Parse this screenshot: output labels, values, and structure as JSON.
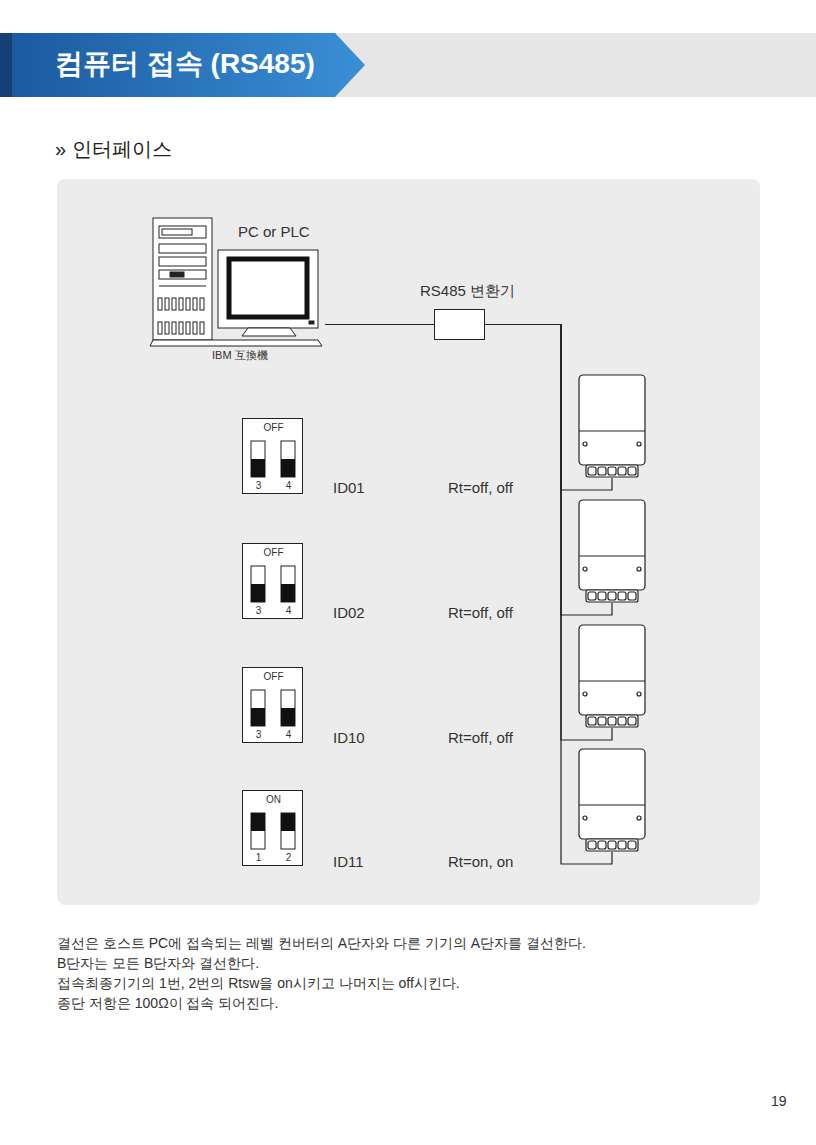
{
  "diagram": {
    "title": "컴퓨터 접속 (RS485)",
    "nodes": [
      {
        "text": [
          "PC or PLC",
          "IBM 互換機"
        ]
      },
      {
        "text": [
          "RS485 변환기"
        ]
      },
      {
        "text": [
          "ID01",
          "Rt=off, off"
        ]
      },
      {
        "text": [
          "OFF",
          "3",
          "4"
        ]
      },
      {
        "text": [
          "ID02",
          "Rt=off, off"
        ]
      },
      {
        "text": [
          "OFF",
          "3",
          "4"
        ]
      },
      {
        "text": [
          "ID10",
          "Rt=off, off"
        ]
      },
      {
        "text": [
          "OFF",
          "3",
          "4"
        ]
      },
      {
        "text": [
          "ID11",
          "Rt=on, on"
        ]
      },
      {
        "text": [
          "ON",
          "1",
          "2"
        ]
      }
    ],
    "edges": [
      {
        "from": 0,
        "to": 1,
        "arrow": "none"
      },
      {
        "from": 1,
        "to": 2,
        "arrow": "none"
      },
      {
        "from": 1,
        "to": 4,
        "arrow": "none"
      },
      {
        "from": 1,
        "to": 6,
        "arrow": "none"
      },
      {
        "from": 1,
        "to": 8,
        "arrow": "none"
      }
    ],
    "labels": [
      "» 인터페이스",
      "결선은 호스트 PC에 접속되는 레벨 컨버터의 A단자와 다른 기기의 A단자를 결선한다.",
      "B단자는 모든 B단자와 결선한다.",
      "접속최종기기의 1번, 2번의 Rtsw을 on시키고 나머지는 off시킨다.",
      "종단 저항은 100Ω이 접속 되어진다.",
      "19"
    ]
  }
}
